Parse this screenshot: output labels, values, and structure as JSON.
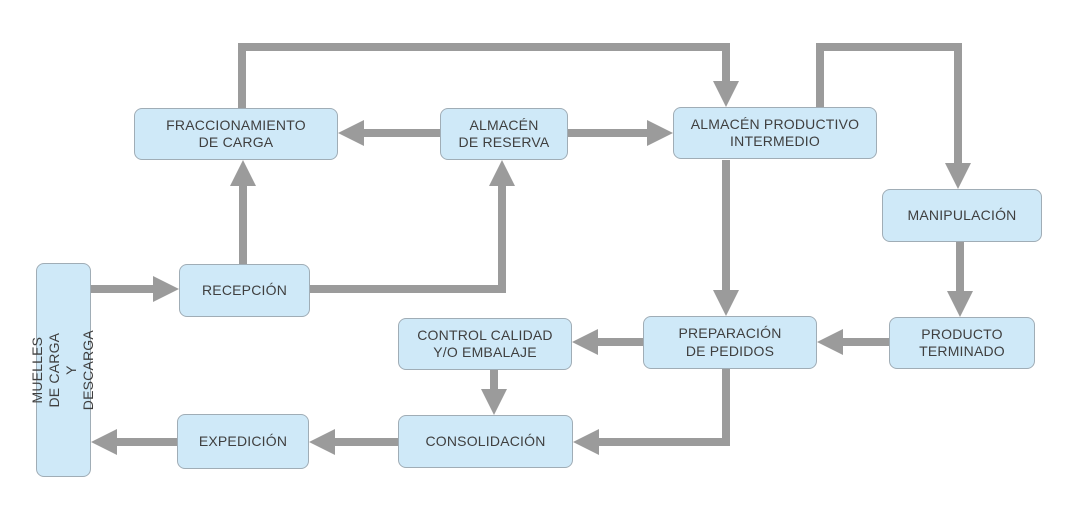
{
  "diagram": {
    "language": "es",
    "colors": {
      "node_fill": "#cfe9f8",
      "node_border": "#a0adb6",
      "arrow": "#9b9b9b",
      "text": "#3f3f3f",
      "background": "#ffffff"
    },
    "nodes": [
      {
        "id": "muelles-de-carga",
        "label": "MUELLES DE CARGA\nY DESCARGA"
      },
      {
        "id": "recepcion",
        "label": "RECEPCIÓN"
      },
      {
        "id": "fraccionamiento-de-carga",
        "label": "FRACCIONAMIENTO\nDE CARGA"
      },
      {
        "id": "almacen-de-reserva",
        "label": "ALMACÉN\nDE RESERVA"
      },
      {
        "id": "almacen-productivo-intermedio",
        "label": "ALMACÉN PRODUCTIVO\nINTERMEDIO"
      },
      {
        "id": "manipulacion",
        "label": "MANIPULACIÓN"
      },
      {
        "id": "producto-terminado",
        "label": "PRODUCTO\nTERMINADO"
      },
      {
        "id": "preparacion-de-pedidos",
        "label": "PREPARACIÓN\nDE PEDIDOS"
      },
      {
        "id": "control-calidad-embalaje",
        "label": "CONTROL CALIDAD\nY/O EMBALAJE"
      },
      {
        "id": "consolidacion",
        "label": "CONSOLIDACIÓN"
      },
      {
        "id": "expedicion",
        "label": "EXPEDICIÓN"
      }
    ],
    "edges": [
      {
        "from": "muelles-de-carga",
        "to": "recepcion"
      },
      {
        "from": "recepcion",
        "to": "fraccionamiento-de-carga"
      },
      {
        "from": "recepcion",
        "to": "almacen-de-reserva"
      },
      {
        "from": "almacen-de-reserva",
        "to": "fraccionamiento-de-carga"
      },
      {
        "from": "almacen-de-reserva",
        "to": "almacen-productivo-intermedio"
      },
      {
        "from": "fraccionamiento-de-carga",
        "to": "almacen-productivo-intermedio"
      },
      {
        "from": "almacen-productivo-intermedio",
        "to": "manipulacion"
      },
      {
        "from": "almacen-productivo-intermedio",
        "to": "preparacion-de-pedidos"
      },
      {
        "from": "manipulacion",
        "to": "producto-terminado"
      },
      {
        "from": "producto-terminado",
        "to": "preparacion-de-pedidos"
      },
      {
        "from": "preparacion-de-pedidos",
        "to": "control-calidad-embalaje"
      },
      {
        "from": "control-calidad-embalaje",
        "to": "consolidacion"
      },
      {
        "from": "preparacion-de-pedidos",
        "to": "consolidacion"
      },
      {
        "from": "consolidacion",
        "to": "expedicion"
      },
      {
        "from": "expedicion",
        "to": "muelles-de-carga"
      }
    ]
  }
}
